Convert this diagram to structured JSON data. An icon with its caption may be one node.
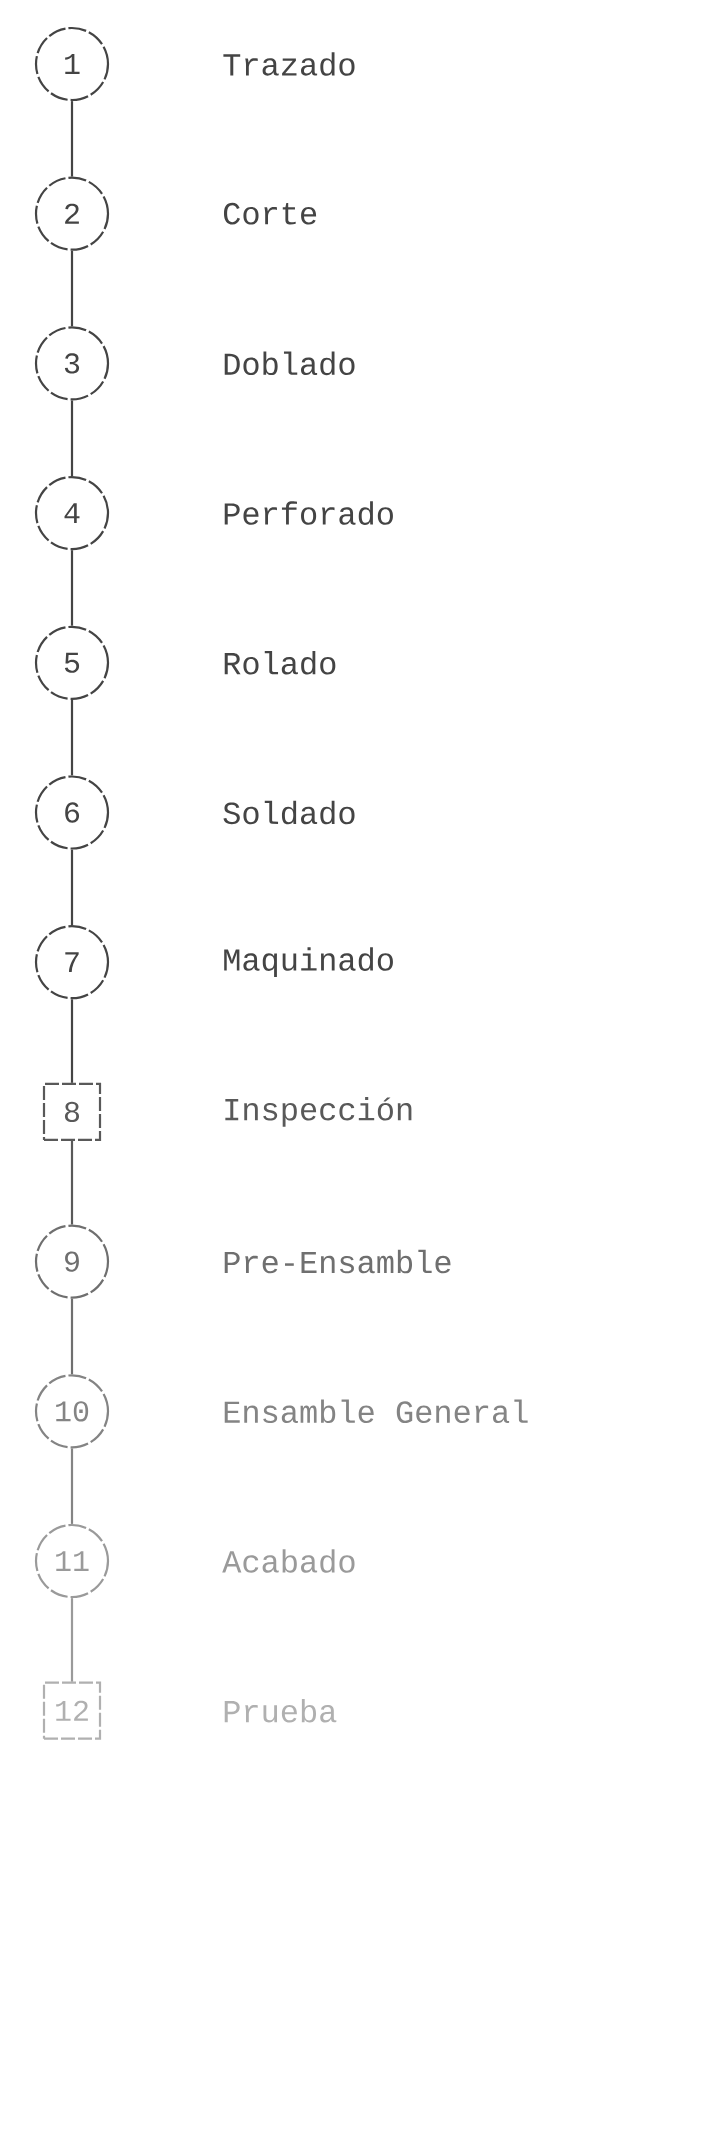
{
  "diagram": {
    "nodes": [
      {
        "text": [
          "1"
        ],
        "beside": [
          "Trazado"
        ]
      },
      {
        "text": [
          "2"
        ],
        "beside": [
          "Corte"
        ]
      },
      {
        "text": [
          "3"
        ],
        "beside": [
          "Doblado"
        ]
      },
      {
        "text": [
          "4"
        ],
        "beside": [
          "Perforado"
        ]
      },
      {
        "text": [
          "5"
        ],
        "beside": [
          "Rolado"
        ]
      },
      {
        "text": [
          "6"
        ],
        "beside": [
          "Soldado"
        ]
      },
      {
        "text": [
          "7"
        ],
        "beside": [
          "Maquinado"
        ]
      },
      {
        "text": [
          "8"
        ],
        "beside": [
          "Inspección"
        ]
      },
      {
        "text": [
          "9"
        ],
        "beside": [
          "Pre-Ensamble"
        ]
      },
      {
        "text": [
          "10"
        ],
        "beside": [
          "Ensamble General"
        ]
      },
      {
        "text": [
          "11"
        ],
        "beside": [
          "Acabado"
        ]
      },
      {
        "text": [
          "12"
        ],
        "beside": [
          "Prueba"
        ]
      }
    ],
    "edges": [
      {
        "from": 0,
        "to": 1,
        "arrow": "none"
      },
      {
        "from": 1,
        "to": 2,
        "arrow": "none"
      },
      {
        "from": 2,
        "to": 3,
        "arrow": "none"
      },
      {
        "from": 3,
        "to": 4,
        "arrow": "none"
      },
      {
        "from": 4,
        "to": 5,
        "arrow": "none"
      },
      {
        "from": 5,
        "to": 6,
        "arrow": "none"
      },
      {
        "from": 6,
        "to": 7,
        "arrow": "none"
      },
      {
        "from": 7,
        "to": 8,
        "arrow": "none"
      },
      {
        "from": 8,
        "to": 9,
        "arrow": "none"
      },
      {
        "from": 9,
        "to": 10,
        "arrow": "none"
      },
      {
        "from": 10,
        "to": 11,
        "arrow": "none"
      }
    ]
  }
}
